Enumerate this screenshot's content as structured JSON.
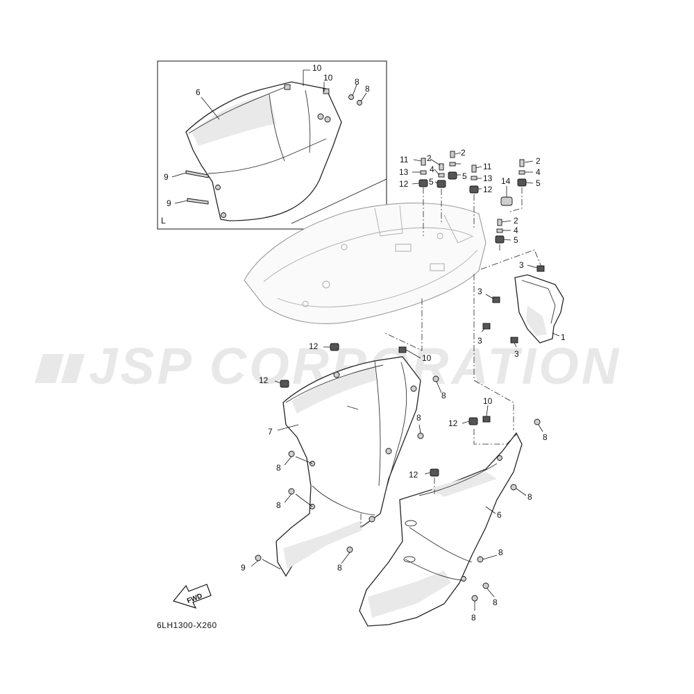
{
  "watermark": "JSP CORPORATION",
  "diagram_code": "6LH1300-X260",
  "fwd_label": "FWD",
  "inset_label": "L",
  "callouts": [
    {
      "id": "c-10a",
      "label": "10"
    },
    {
      "id": "c-10b",
      "label": "10"
    },
    {
      "id": "c-8a",
      "label": "8"
    },
    {
      "id": "c-8b",
      "label": "8"
    },
    {
      "id": "c-6a",
      "label": "6"
    },
    {
      "id": "c-9a",
      "label": "9"
    },
    {
      "id": "c-9b",
      "label": "9"
    },
    {
      "id": "c-11a",
      "label": "11"
    },
    {
      "id": "c-2a",
      "label": "2"
    },
    {
      "id": "c-2b",
      "label": "2"
    },
    {
      "id": "c-4a",
      "label": "4"
    },
    {
      "id": "c-13a",
      "label": "13"
    },
    {
      "id": "c-5a",
      "label": "5"
    },
    {
      "id": "c-12a",
      "label": "12"
    },
    {
      "id": "c-5b",
      "label": "5"
    },
    {
      "id": "c-11b",
      "label": "11"
    },
    {
      "id": "c-13b",
      "label": "13"
    },
    {
      "id": "c-12b",
      "label": "12"
    },
    {
      "id": "c-2c",
      "label": "2"
    },
    {
      "id": "c-4b",
      "label": "4"
    },
    {
      "id": "c-5c",
      "label": "5"
    },
    {
      "id": "c-14",
      "label": "14"
    },
    {
      "id": "c-2d",
      "label": "2"
    },
    {
      "id": "c-4c",
      "label": "4"
    },
    {
      "id": "c-5d",
      "label": "5"
    },
    {
      "id": "c-3a",
      "label": "3"
    },
    {
      "id": "c-3b",
      "label": "3"
    },
    {
      "id": "c-3c",
      "label": "3"
    },
    {
      "id": "c-3d",
      "label": "3"
    },
    {
      "id": "c-1",
      "label": "1"
    },
    {
      "id": "c-12c",
      "label": "12"
    },
    {
      "id": "c-10c",
      "label": "10"
    },
    {
      "id": "c-12d",
      "label": "12"
    },
    {
      "id": "c-8c",
      "label": "8"
    },
    {
      "id": "c-7",
      "label": "7"
    },
    {
      "id": "c-8d",
      "label": "8"
    },
    {
      "id": "c-8e",
      "label": "8"
    },
    {
      "id": "c-8f",
      "label": "8"
    },
    {
      "id": "c-10d",
      "label": "10"
    },
    {
      "id": "c-12e",
      "label": "12"
    },
    {
      "id": "c-8g",
      "label": "8"
    },
    {
      "id": "c-12f",
      "label": "12"
    },
    {
      "id": "c-8h",
      "label": "8"
    },
    {
      "id": "c-6b",
      "label": "6"
    },
    {
      "id": "c-9c",
      "label": "9"
    },
    {
      "id": "c-8i",
      "label": "8"
    },
    {
      "id": "c-8j",
      "label": "8"
    },
    {
      "id": "c-8k",
      "label": "8"
    },
    {
      "id": "c-8l",
      "label": "8"
    }
  ]
}
